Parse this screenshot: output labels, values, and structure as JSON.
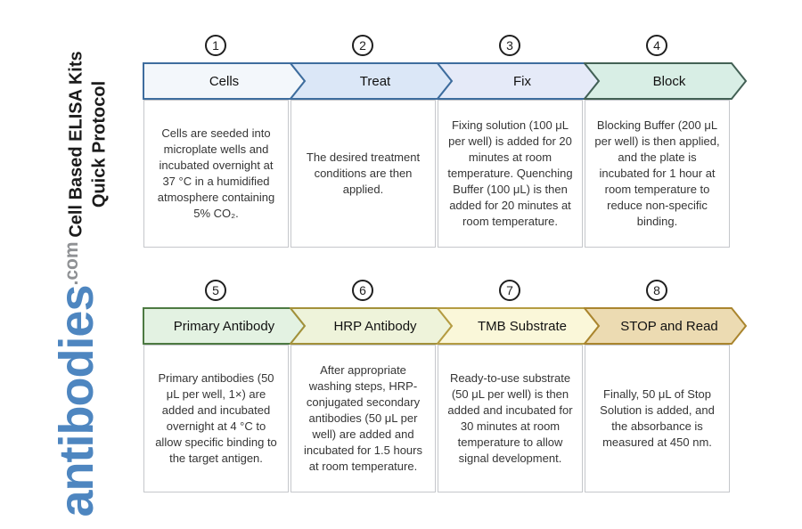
{
  "branding": {
    "title_line1": "Cell Based ELISA Kits",
    "title_line2": "Quick Protocol",
    "logo_word": "antibodies",
    "logo_tld": ".com",
    "logo_color": "#4e86c0",
    "tld_color": "#8f9194"
  },
  "steps": [
    {
      "number": "1",
      "label": "Cells",
      "fill": "#f3f7fb",
      "stroke": "#3e6d9e",
      "description": "Cells are seeded into microplate wells and incubated overnight at 37 °C in a humidified atmosphere containing 5% CO₂."
    },
    {
      "number": "2",
      "label": "Treat",
      "fill": "#dbe7f7",
      "stroke": "#3e6d9e",
      "description": "The desired treatment conditions are then applied."
    },
    {
      "number": "3",
      "label": "Fix",
      "fill": "#e5eaf8",
      "stroke": "#3e6d9e",
      "description": "Fixing solution (100 μL per well) is added for 20 minutes at room temperature. Quenching Buffer (100 μL) is then added for 20 minutes at room temperature."
    },
    {
      "number": "4",
      "label": "Block",
      "fill": "#d8eee5",
      "stroke": "#436155",
      "description": "Blocking Buffer (200 μL per well) is then applied, and the plate is incubated for 1 hour at room temperature to reduce non-specific binding."
    },
    {
      "number": "5",
      "label": "Primary Antibody",
      "fill": "#e3f2e2",
      "stroke": "#4d7a42",
      "description": "Primary antibodies (50 μL per well, 1×) are added and incubated overnight at 4 °C to allow specific binding to the target antigen."
    },
    {
      "number": "6",
      "label": "HRP Antibody",
      "fill": "#eef3da",
      "stroke": "#a3913a",
      "description": "After appropriate washing steps, HRP-conjugated secondary antibodies (50 μL per well) are added and incubated for 1.5 hours at room temperature."
    },
    {
      "number": "7",
      "label": "TMB Substrate",
      "fill": "#faf7d9",
      "stroke": "#b59c42",
      "description": "Ready-to-use substrate (50 μL per well) is then added and incubated for 30 minutes at room temperature to allow signal development."
    },
    {
      "number": "8",
      "label": "STOP and Read",
      "fill": "#ecdbb2",
      "stroke": "#aa852e",
      "description": "Finally, 50 μL of Stop Solution is added, and the absorbance is measured at 450 nm."
    }
  ]
}
